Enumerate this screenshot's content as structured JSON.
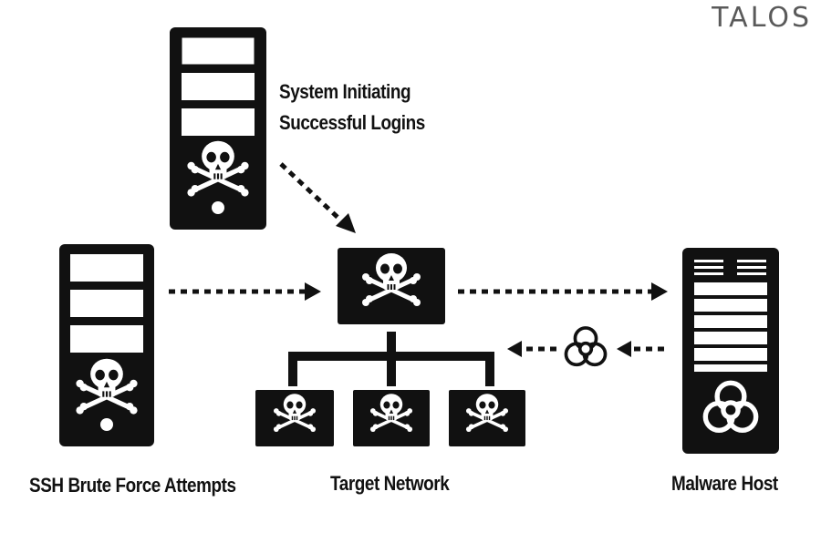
{
  "logo": {
    "text": "TALOS"
  },
  "labels": {
    "system_initiating_line1": "System Initiating",
    "system_initiating_line2": "Successful Logins",
    "ssh_brute_force": "SSH Brute Force Attempts",
    "target_network": "Target Network",
    "malware_host": "Malware Host"
  },
  "colors": {
    "ink": "#111111",
    "logo": "#5a5a5a",
    "background": "#ffffff"
  },
  "icons": [
    "skull-crossbones-icon",
    "biohazard-icon",
    "server-icon",
    "monitor-icon",
    "dashed-arrow-icon"
  ]
}
